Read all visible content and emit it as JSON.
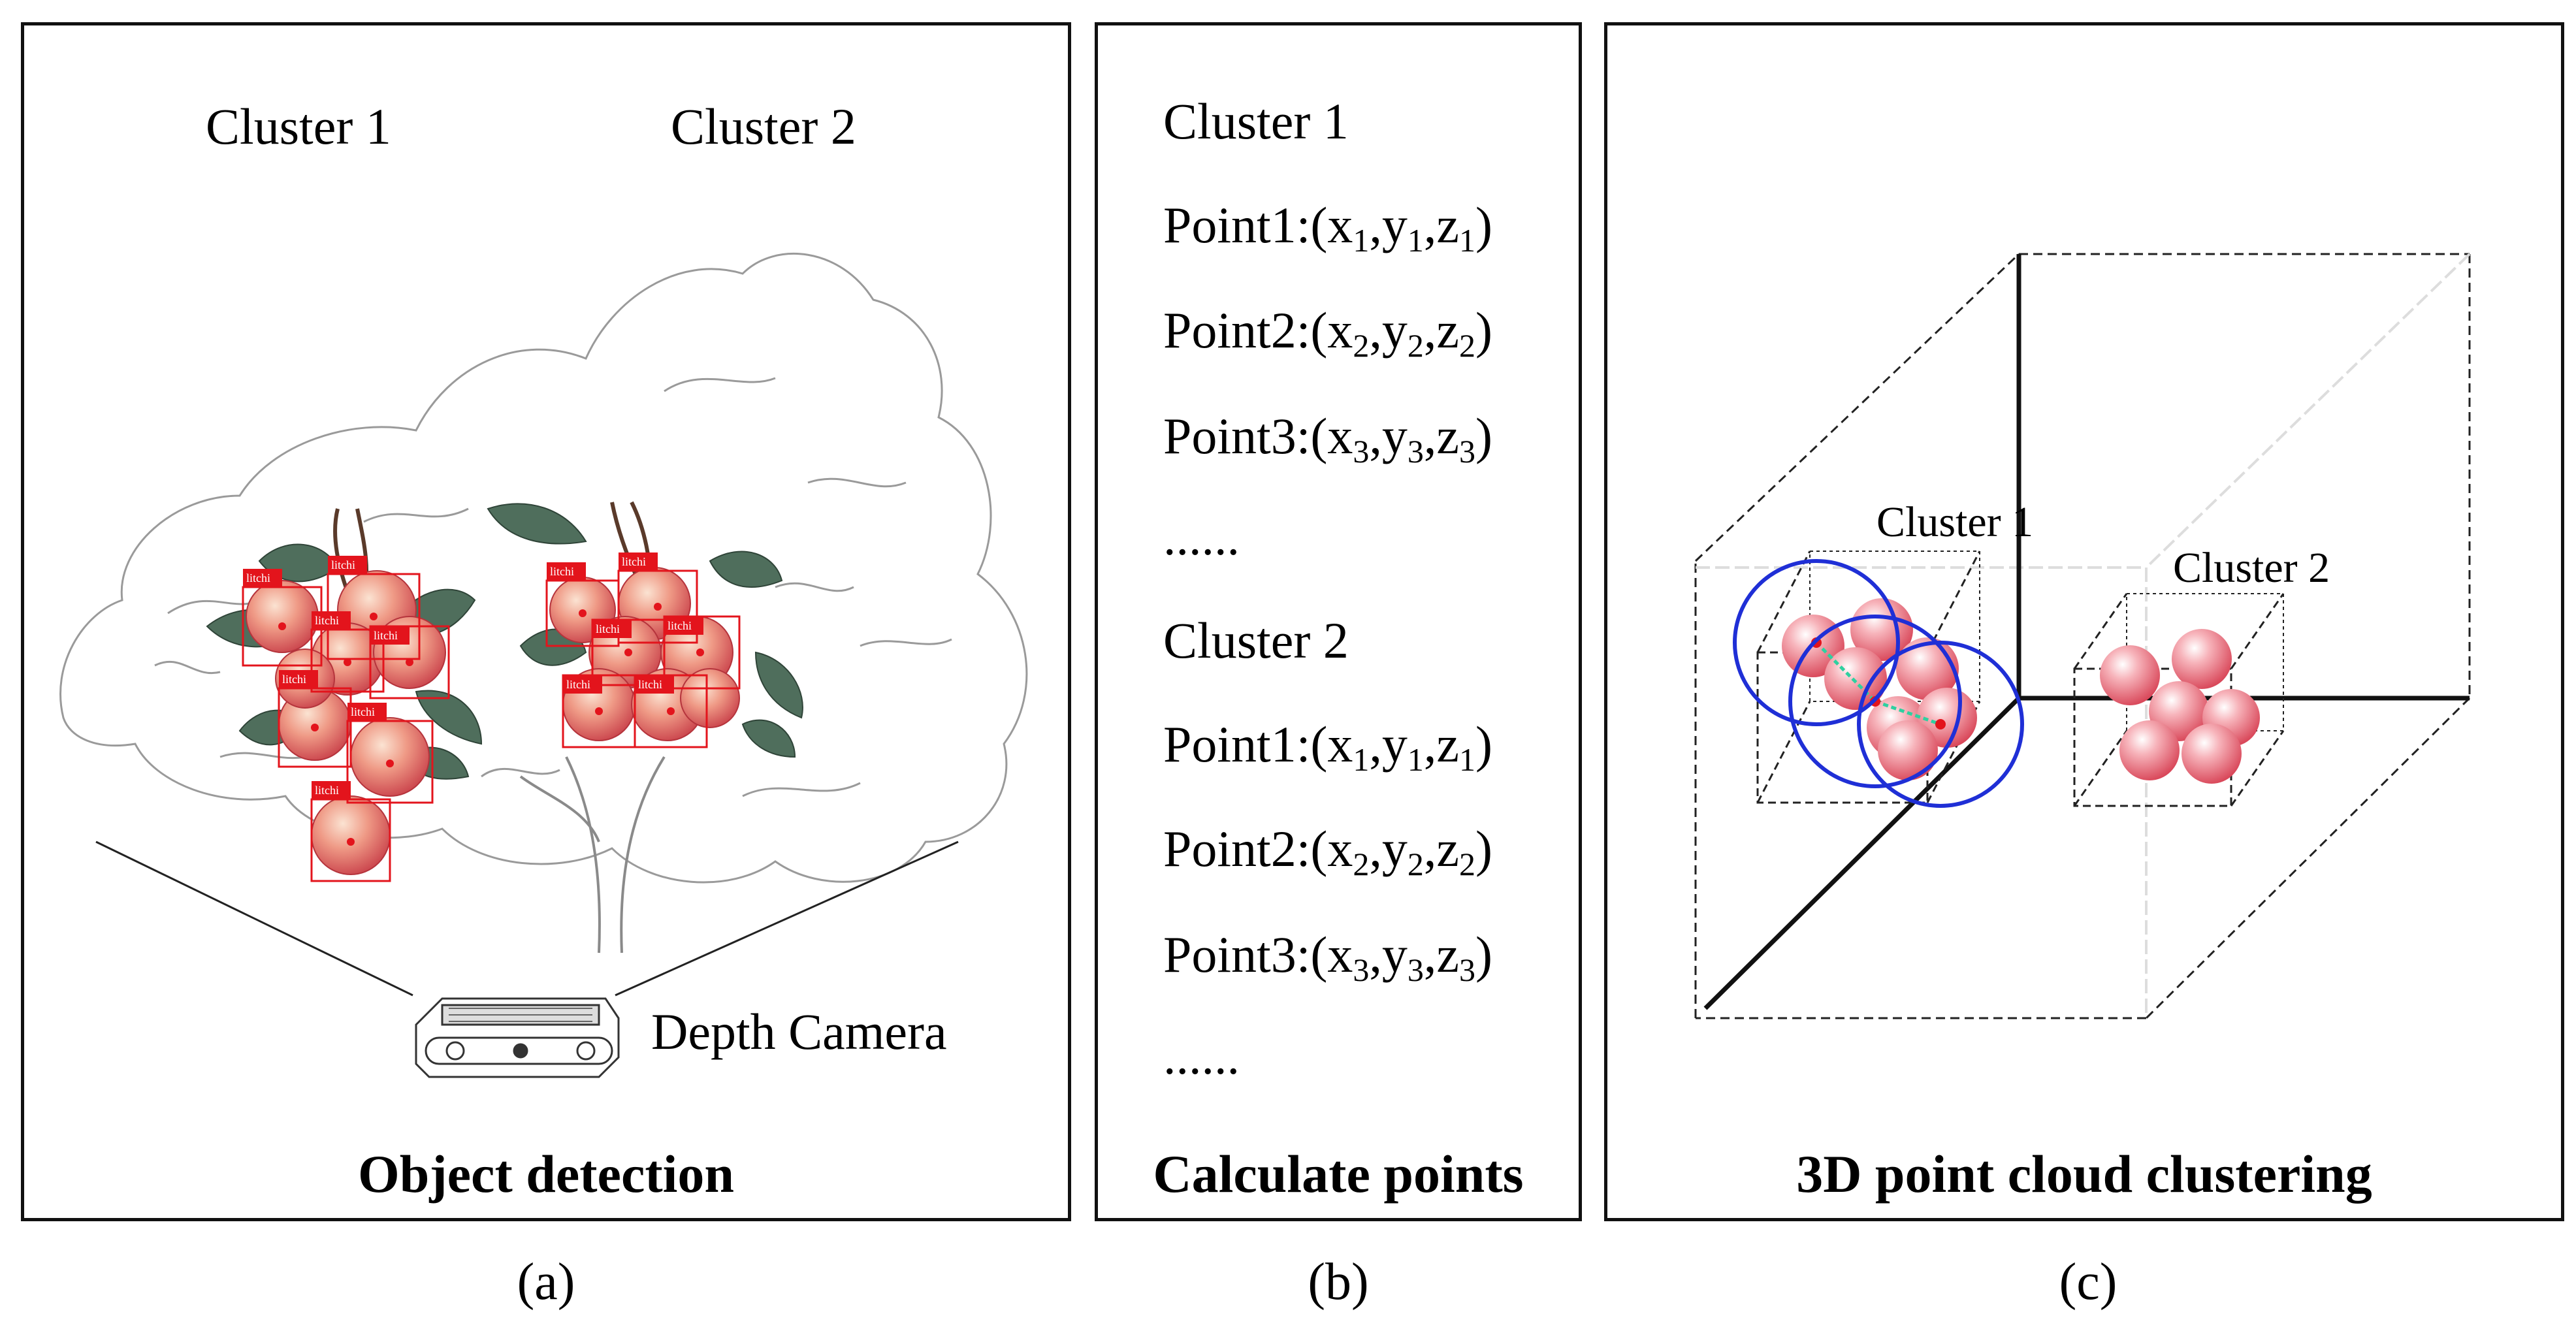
{
  "panel_a": {
    "cluster1_label": "Cluster 1",
    "cluster2_label": "Cluster 2",
    "camera_label": "Depth Camera",
    "caption": "Object detection",
    "detection_label": "litchi",
    "letter": "(a)"
  },
  "panel_b": {
    "clusters": [
      {
        "title": "Cluster 1",
        "points": [
          {
            "name": "Point1:(",
            "x": "x",
            "xi": "1",
            "y": "y",
            "yi": "1",
            "z": "z",
            "zi": "1"
          },
          {
            "name": "Point2:(",
            "x": "x",
            "xi": "2",
            "y": "y",
            "yi": "2",
            "z": "z",
            "zi": "2"
          },
          {
            "name": "Point3:(",
            "x": "x",
            "xi": "3",
            "y": "y",
            "yi": "3",
            "z": "z",
            "zi": "3"
          }
        ],
        "ellipsis": "......"
      },
      {
        "title": "Cluster 2",
        "points": [
          {
            "name": "Point1:(",
            "x": "x",
            "xi": "1",
            "y": "y",
            "yi": "1",
            "z": "z",
            "zi": "1"
          },
          {
            "name": "Point2:(",
            "x": "x",
            "xi": "2",
            "y": "y",
            "yi": "2",
            "z": "z",
            "zi": "2"
          },
          {
            "name": "Point3:(",
            "x": "x",
            "xi": "3",
            "y": "y",
            "yi": "3",
            "z": "z",
            "zi": "3"
          }
        ],
        "ellipsis": "......"
      }
    ],
    "caption": "Calculate points",
    "letter": "(b)"
  },
  "panel_c": {
    "cluster1_label": "Cluster 1",
    "cluster2_label": "Cluster 2",
    "caption": "3D point cloud clustering",
    "letter": "(c)"
  },
  "colors": {
    "detection_box": "#e3141c",
    "fruit": "#e8767a",
    "leaf": "#4f6e5c",
    "cluster_circle": "#1f2fd6",
    "link_line": "#2fd0a0",
    "sphere": "#f08b95"
  }
}
